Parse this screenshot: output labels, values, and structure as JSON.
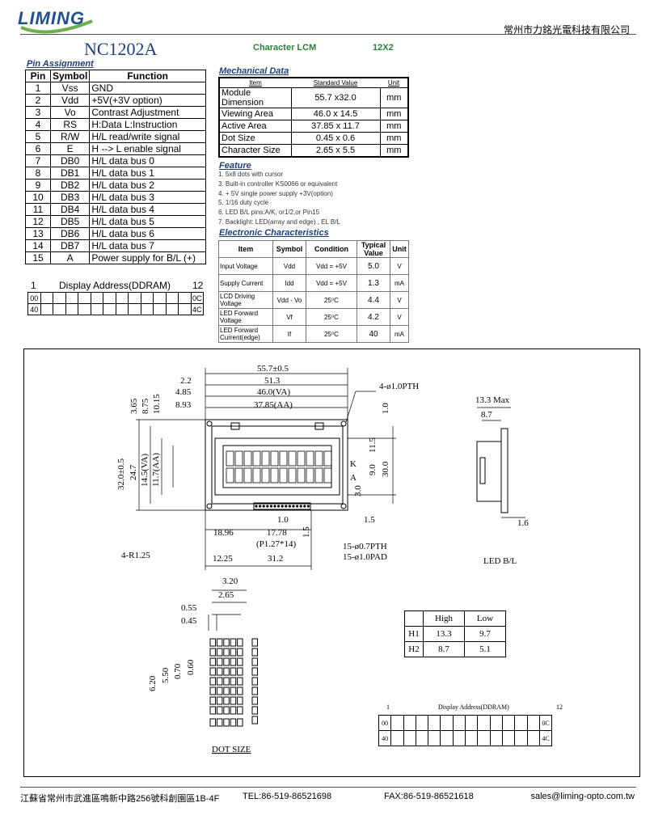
{
  "header": {
    "logo": "LIMING",
    "company": "常州市力銘光電科技有限公司",
    "model": "NC1202A",
    "type": "Character LCM",
    "format": "12X2"
  },
  "pin_assignment": {
    "title": "Pin Assignment",
    "headers": [
      "Pin",
      "Symbol",
      "Function"
    ],
    "rows": [
      [
        "1",
        "Vss",
        "GND"
      ],
      [
        "2",
        "Vdd",
        "+5V(+3V option)"
      ],
      [
        "3",
        "Vo",
        "Contrast Adjustment"
      ],
      [
        "4",
        "RS",
        "H:Data L:Instruction"
      ],
      [
        "5",
        "R/W",
        "H/L read/write signal"
      ],
      [
        "6",
        "E",
        "H --> L enable signal"
      ],
      [
        "7",
        "DB0",
        "H/L data bus 0"
      ],
      [
        "8",
        "DB1",
        "H/L data bus 1"
      ],
      [
        "9",
        "DB2",
        "H/L data bus 2"
      ],
      [
        "10",
        "DB3",
        "H/L data bus 3"
      ],
      [
        "11",
        "DB4",
        "H/L data bus 4"
      ],
      [
        "12",
        "DB5",
        "H/L data bus 5"
      ],
      [
        "13",
        "DB6",
        "H/L data bus 6"
      ],
      [
        "14",
        "DB7",
        "H/L data bus 7"
      ],
      [
        "15",
        "A",
        "Power supply for B/L (+)"
      ]
    ]
  },
  "display_address": {
    "start": "1",
    "label": "Display Address(DDRAM)",
    "end": "12",
    "row1_start": "00",
    "row1_end": "0C",
    "row2_start": "40",
    "row2_end": "4C"
  },
  "mechanical": {
    "title": "Mechanical Data",
    "headers": [
      "Item",
      "Standard Value",
      "Unit"
    ],
    "rows": [
      [
        "Module Dimension",
        "55.7 x32.0",
        "mm"
      ],
      [
        "Viewing Area",
        "46.0 x 14.5",
        "mm"
      ],
      [
        "Active  Area",
        "37.85 x 11.7",
        "mm"
      ],
      [
        "Dot Size",
        "0.45 x 0.6",
        "mm"
      ],
      [
        "Character Size",
        "2.65 x 5.5",
        "mm"
      ]
    ]
  },
  "feature": {
    "title": "Feature",
    "items": [
      "1. 5x8 dots with cursor",
      "3. Built-in controller KS0066 or equivalent",
      "4. + 5V single power supply  +3V(option)",
      "5. 1/16 duty cycle",
      "6. LED B/L pins:A/K, or1/2,or Pin15",
      "7. Backlight: LED(array and edge) , EL B/L"
    ]
  },
  "electronic": {
    "title": "Electronic Characteristics",
    "headers": [
      "Item",
      "Symbol",
      "Condition",
      "Typical Value",
      "Unit"
    ],
    "rows": [
      [
        "Input Voltage",
        "Vdd",
        "Vdd = +5V",
        "5.0",
        "V"
      ],
      [
        "Supply Current",
        "Idd",
        "Vdd = +5V",
        "1.3",
        "mA"
      ],
      [
        "LCD Driving Voltage",
        "Vdd - Vo",
        "25⁰C",
        "4.4",
        "V"
      ],
      [
        "LED Forward Voltage",
        "Vf",
        "25⁰C",
        "4.2",
        "V"
      ],
      [
        "LED Forward Current(edge)",
        "If",
        "25⁰C",
        "40",
        "mA"
      ]
    ]
  },
  "drawing": {
    "dims": {
      "w_total": "55.7±0.5",
      "w_51": "51.3",
      "w_va": "46.0(VA)",
      "w_aa": "37.85(AA)",
      "d_22": "2.2",
      "d_485": "4.85",
      "d_893": "8.93",
      "v_365": "3.65",
      "v_875": "8.75",
      "v_1015": "10.15",
      "h_total": "32.0±0.5",
      "h_247": "24.7",
      "h_va": "14.5(VA)",
      "h_aa": "11.7(AA)",
      "hole": "4-ø1.0PTH",
      "r_10": "1.0",
      "r_115": "11.5",
      "r_90": "9.0",
      "r_300": "30.0",
      "r_30": "3.0",
      "r_15": "1.5",
      "k_label": "K",
      "a_label": "A",
      "b_1896": "18.96",
      "b_1778": "17.78",
      "b_10": "1.0",
      "b_pitch": "(P1.27*14)",
      "b_15": "1.5",
      "pth": "15-ø0.7PTH",
      "pad": "15-ø1.0PAD",
      "corner": "4-R1.25",
      "b_1225": "12.25",
      "b_312": "31.2",
      "side_max": "13.3 Max",
      "side_87": "8.7",
      "side_16": "1.6",
      "side_label": "LED B/L"
    },
    "dot": {
      "w_320": "3.20",
      "w_265": "2.65",
      "w_055": "0.55",
      "w_045": "0.45",
      "h_620": "6.20",
      "h_550": "5.50",
      "h_070": "0.70",
      "h_060": "0.60",
      "label": "DOT SIZE"
    },
    "hl_table": {
      "headers": [
        "",
        "High",
        "Low"
      ],
      "rows": [
        [
          "H1",
          "13.3",
          "9.7"
        ],
        [
          "H2",
          "8.7",
          "5.1"
        ]
      ]
    }
  },
  "footer": {
    "address": "江蘇省常州市武進區鳴新中路256號科創園區1B-4F",
    "tel": "TEL:86-519-86521698",
    "fax": "FAX:86-519-86521618",
    "email": "sales@liming-opto.com.tw"
  }
}
